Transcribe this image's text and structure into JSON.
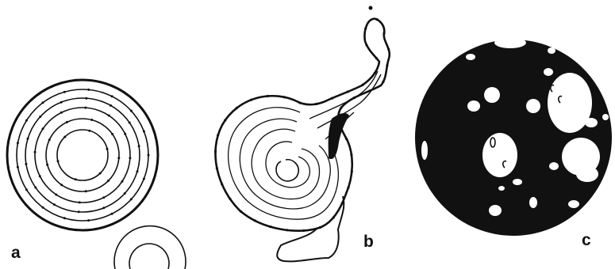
{
  "figure": {
    "panels": [
      {
        "label": "a",
        "subject": "concentric-rings"
      },
      {
        "label": "b",
        "subject": "distorted-spiral-rings"
      },
      {
        "label": "c",
        "subject": "dark-disc-with-holes"
      }
    ]
  },
  "colors": {
    "ink": "#111111",
    "background": "#ffffff"
  }
}
